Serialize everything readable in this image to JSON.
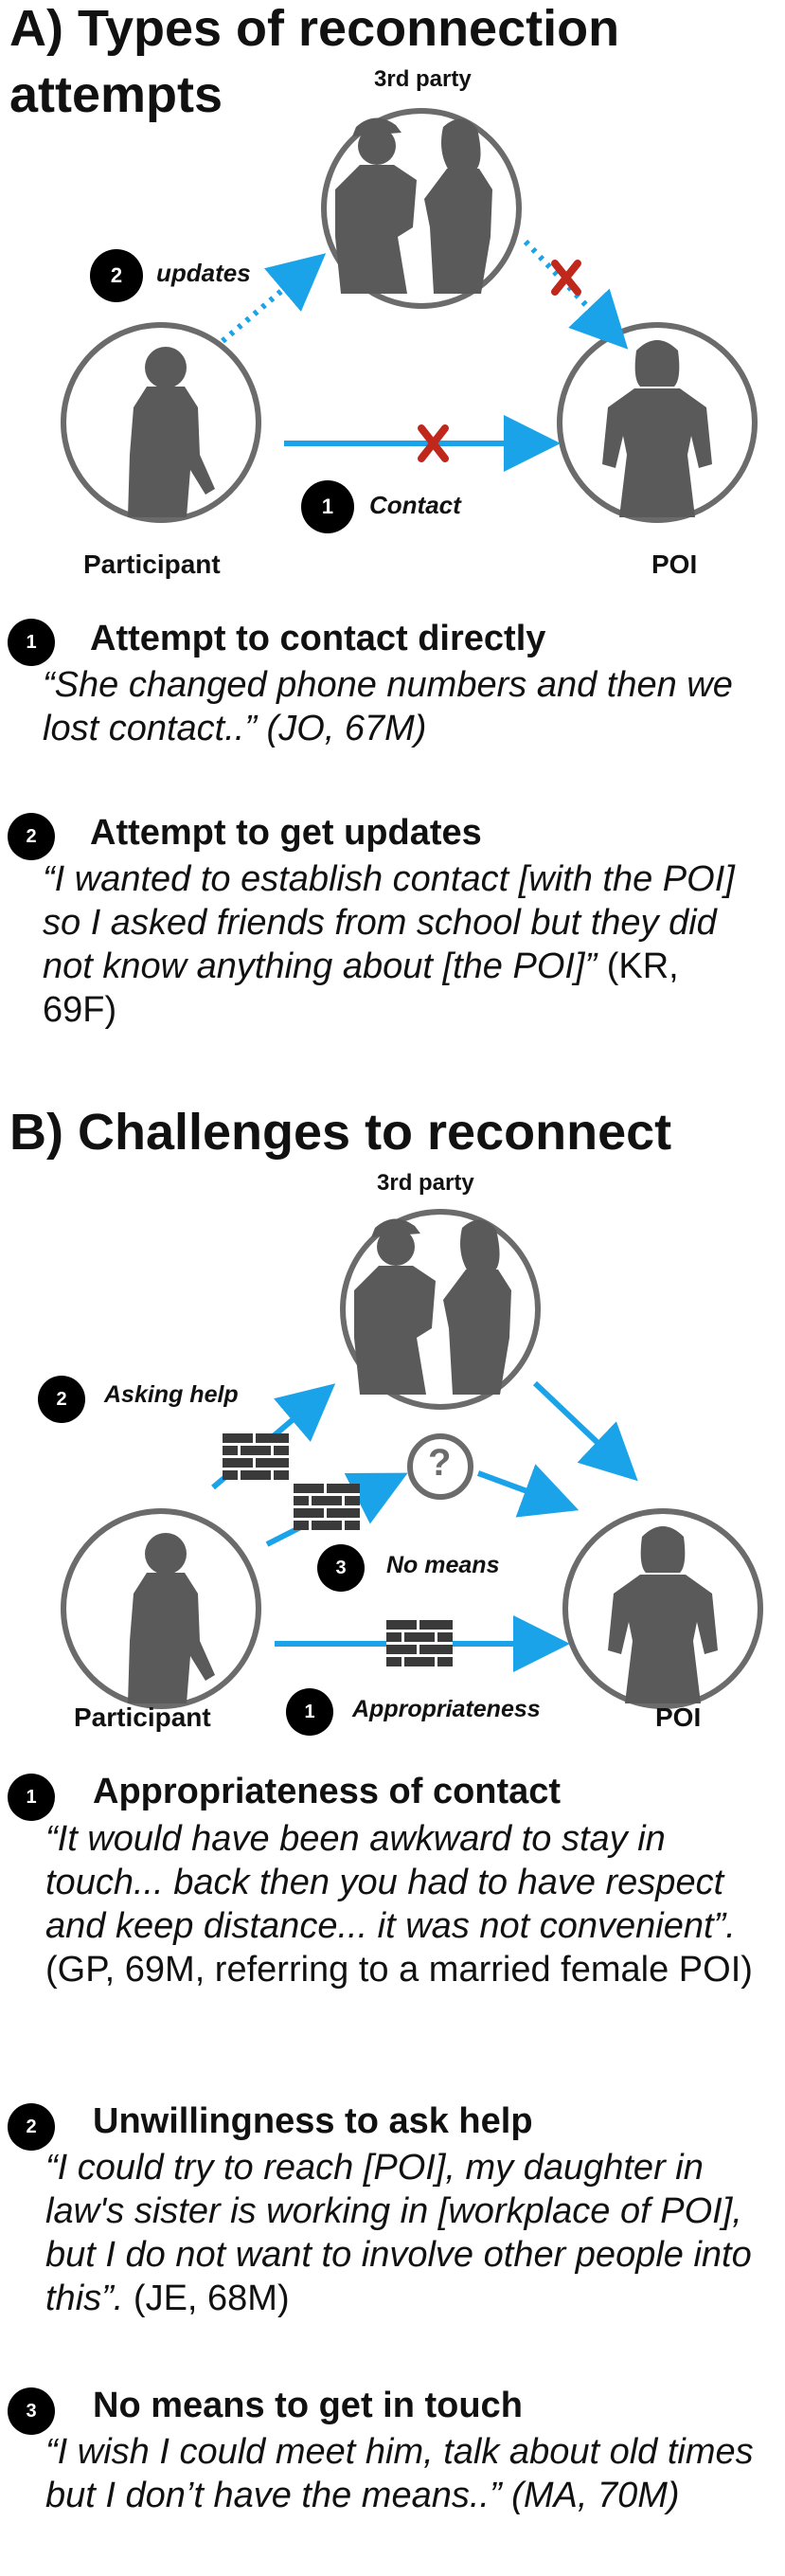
{
  "sectionA": {
    "title_line1": "A) Types of reconnection",
    "title_line2": "attempts",
    "labels": {
      "third_party": "3rd party",
      "participant": "Participant",
      "poi": "POI",
      "updates": "updates",
      "contact": "Contact"
    },
    "items": [
      {
        "number": "1",
        "title": "Attempt to contact directly",
        "quote": "“She changed phone numbers and then we lost contact..”",
        "attribution": " (JO, 67M)"
      },
      {
        "number": "2",
        "title": "Attempt to get updates",
        "quote": "“I wanted to establish contact [with the POI] so I asked friends from school but they did not know anything about [the POI]”",
        "attribution": " (KR, 69F)"
      }
    ]
  },
  "sectionB": {
    "title": "B) Challenges to reconnect",
    "labels": {
      "third_party": "3rd party",
      "participant": "Participant",
      "poi": "POI",
      "asking_help": "Asking help",
      "no_means": "No means",
      "appropriateness": "Appropriateness",
      "question_mark": "?"
    },
    "items": [
      {
        "number": "1",
        "title": "Appropriateness of contact",
        "quote": "“It would have been awkward to stay in touch... back then you had to have respect and keep distance... it was not convenient”.",
        "attribution": " (GP, 69M, referring to a married female POI)"
      },
      {
        "number": "2",
        "title": "Unwillingness to ask help",
        "quote": "“I could try to reach [POI], my daughter in law's sister is working in [workplace of POI], but I do not want to involve other people into this”.",
        "attribution": " (JE, 68M)"
      },
      {
        "number": "3",
        "title": "No means to get in touch",
        "quote": "“I wish I could meet him, talk about old times but I don’t have the means..” (MA, 70M)",
        "attribution": ""
      }
    ]
  },
  "colors": {
    "arrow_blue": "#1aa3e8",
    "cross_red": "#c0281c",
    "circle_grey": "#6b6b6b",
    "silhouette": "#5a5a5a"
  }
}
